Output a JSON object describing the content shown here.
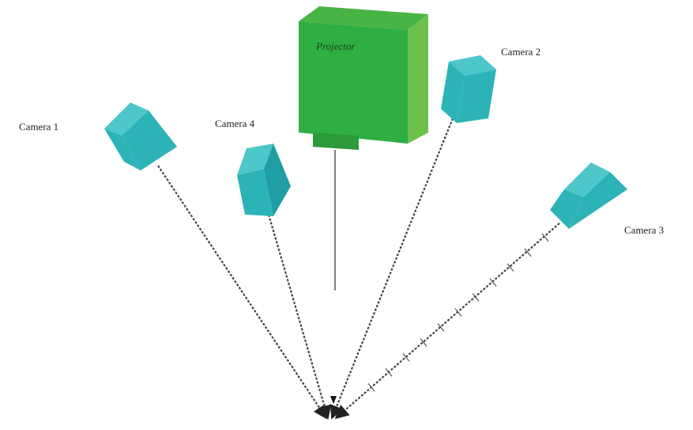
{
  "diagram": {
    "projector": {
      "label": "Projector",
      "colors": {
        "front": "#2fae43",
        "side": "#6cc04a",
        "top": "#49b446",
        "lens": "#2a9a3a"
      }
    },
    "cameras": [
      {
        "id": "camera-1",
        "label": "Camera 1"
      },
      {
        "id": "camera-2",
        "label": "Camera 2"
      },
      {
        "id": "camera-3",
        "label": "Camera 3"
      },
      {
        "id": "camera-4",
        "label": "Camera 4"
      }
    ],
    "camera_colors": {
      "front": "#2cb3b7",
      "side": "#1f9ea3",
      "top": "#4dc7c9"
    },
    "ray_color": "#444444",
    "background": "#ffffff"
  }
}
